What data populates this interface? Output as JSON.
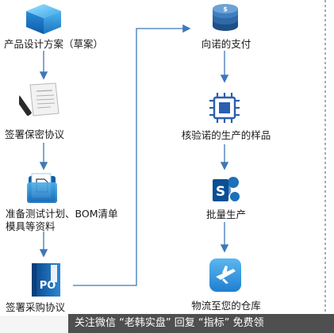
{
  "diagram": {
    "left_column": [
      {
        "label": "产品设计方案（草案）",
        "icon": "blue-cube-icon"
      },
      {
        "label": "签署保密协议",
        "icon": "contract-pen-icon"
      },
      {
        "label": "准备测试计划、BOM清单",
        "label2": "模具等资料",
        "icon": "blue-folder-icon"
      },
      {
        "label": "签署采购协议",
        "icon": "po-binder-icon"
      }
    ],
    "right_column": [
      {
        "label": "向诺的支付",
        "icon": "coin-stack-icon"
      },
      {
        "label": "核验诺的生产的样品",
        "icon": "chip-icon"
      },
      {
        "label": "批量生产",
        "icon": "sharepoint-icon"
      },
      {
        "label": "物流至您的仓库",
        "icon": "airplane-icon"
      }
    ],
    "po_text": "PO"
  },
  "watermark": {
    "text": "关注微信 “老韩实盘” 回复 “指标” 免费领"
  },
  "colors": {
    "arrow": "#3f78b8",
    "divider": "#555555"
  }
}
